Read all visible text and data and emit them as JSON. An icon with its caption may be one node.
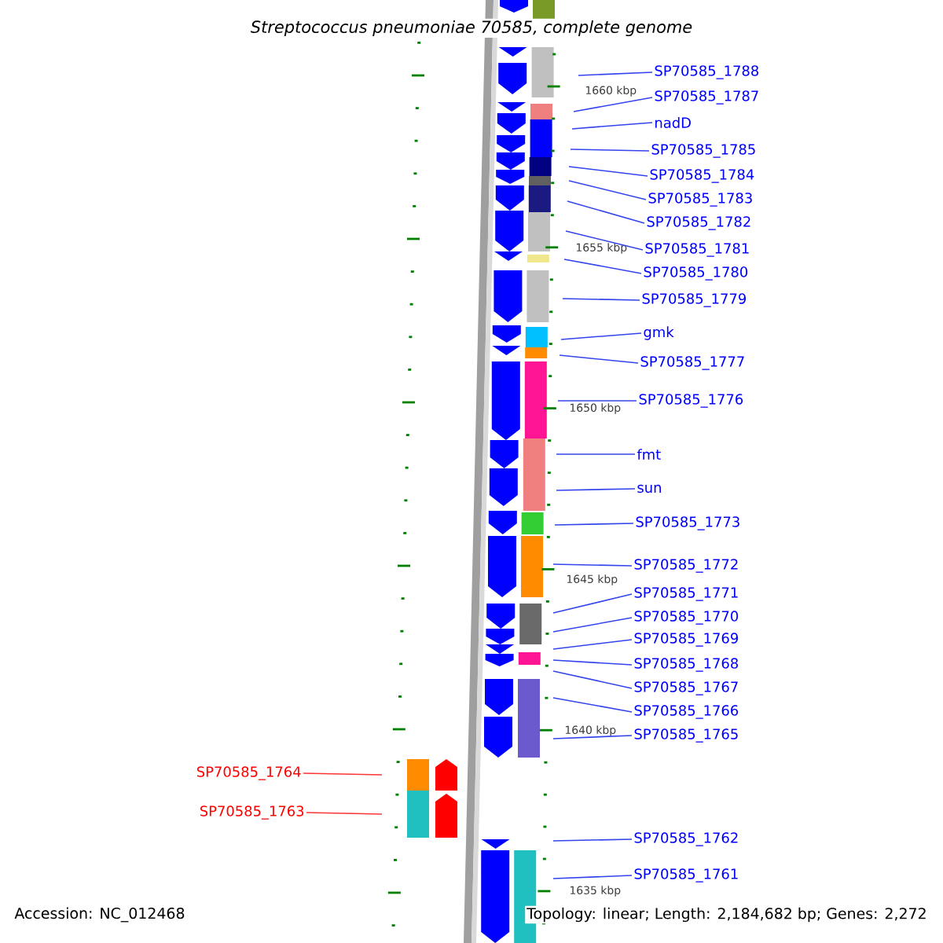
{
  "diagram": {
    "title": "*Streptococcus pneumoniae* 70585, complete genome",
    "nodes": [
      {
        "text": [
          "SP70585_1788"
        ]
      },
      {
        "text": [
          "SP70585_1787"
        ]
      },
      {
        "text": [
          "nadD"
        ]
      },
      {
        "text": [
          "SP70585_1785"
        ]
      },
      {
        "text": [
          "SP70585_1784"
        ]
      },
      {
        "text": [
          "SP70585_1783"
        ]
      },
      {
        "text": [
          "SP70585_1782"
        ]
      },
      {
        "text": [
          "SP70585_1781"
        ]
      },
      {
        "text": [
          "SP70585_1780"
        ]
      },
      {
        "text": [
          "SP70585_1779"
        ]
      },
      {
        "text": [
          "gmk"
        ]
      },
      {
        "text": [
          "SP70585_1777"
        ]
      },
      {
        "text": [
          "SP70585_1776"
        ]
      },
      {
        "text": [
          "fmt"
        ]
      },
      {
        "text": [
          "sun"
        ]
      },
      {
        "text": [
          "SP70585_1773"
        ]
      },
      {
        "text": [
          "SP70585_1772"
        ]
      },
      {
        "text": [
          "SP70585_1771"
        ]
      },
      {
        "text": [
          "SP70585_1770"
        ]
      },
      {
        "text": [
          "SP70585_1769"
        ]
      },
      {
        "text": [
          "SP70585_1768"
        ]
      },
      {
        "text": [
          "SP70585_1767"
        ]
      },
      {
        "text": [
          "SP70585_1766"
        ]
      },
      {
        "text": [
          "SP70585_1765"
        ]
      },
      {
        "text": [
          "SP70585_1764"
        ]
      },
      {
        "text": [
          "SP70585_1763"
        ]
      },
      {
        "text": [
          "SP70585_1762"
        ]
      },
      {
        "text": [
          "SP70585_1761"
        ]
      }
    ],
    "edges": [
      {
        "from": 0,
        "to": null,
        "arrow": "none"
      },
      {
        "from": 1,
        "to": null,
        "arrow": "none"
      },
      {
        "from": 2,
        "to": null,
        "arrow": "none"
      },
      {
        "from": 3,
        "to": null,
        "arrow": "none"
      },
      {
        "from": 4,
        "to": null,
        "arrow": "none"
      },
      {
        "from": 5,
        "to": null,
        "arrow": "none"
      },
      {
        "from": 6,
        "to": null,
        "arrow": "none"
      },
      {
        "from": 7,
        "to": null,
        "arrow": "none"
      },
      {
        "from": 8,
        "to": null,
        "arrow": "none"
      },
      {
        "from": 9,
        "to": null,
        "arrow": "none"
      },
      {
        "from": 10,
        "to": null,
        "arrow": "none"
      },
      {
        "from": 11,
        "to": null,
        "arrow": "none"
      },
      {
        "from": 12,
        "to": null,
        "arrow": "none"
      },
      {
        "from": 13,
        "to": null,
        "arrow": "none"
      },
      {
        "from": 14,
        "to": null,
        "arrow": "none"
      },
      {
        "from": 15,
        "to": null,
        "arrow": "none"
      },
      {
        "from": 16,
        "to": null,
        "arrow": "none"
      },
      {
        "from": 17,
        "to": null,
        "arrow": "none"
      },
      {
        "from": 18,
        "to": null,
        "arrow": "none"
      },
      {
        "from": 19,
        "to": null,
        "arrow": "none"
      },
      {
        "from": 20,
        "to": null,
        "arrow": "none"
      },
      {
        "from": 21,
        "to": null,
        "arrow": "none"
      },
      {
        "from": 22,
        "to": null,
        "arrow": "none"
      },
      {
        "from": 23,
        "to": null,
        "arrow": "none"
      },
      {
        "from": 24,
        "to": null,
        "arrow": "none",
        "color": "#ff3333"
      },
      {
        "from": 25,
        "to": null,
        "arrow": "none",
        "color": "#ff3333"
      },
      {
        "from": 26,
        "to": null,
        "arrow": "none"
      },
      {
        "from": 27,
        "to": null,
        "arrow": "none"
      }
    ],
    "labels": [
      "1660 kbp",
      "1655 kbp",
      "1650 kbp",
      "1645 kbp",
      "1640 kbp",
      "1635 kbp",
      "Accession: NC_012468",
      "Topology: linear; Length: 2,184,682 bp; Genes: 2,272"
    ]
  }
}
